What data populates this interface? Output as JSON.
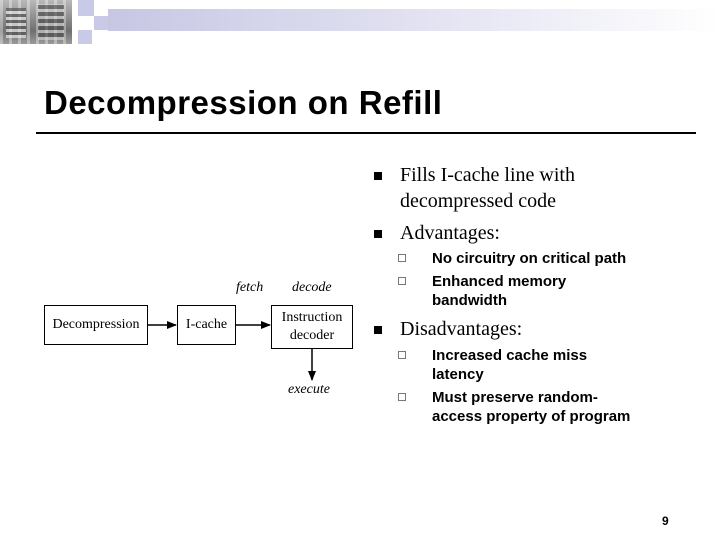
{
  "slide": {
    "title": "Decompression on Refill",
    "page_number": "9"
  },
  "diagram": {
    "boxes": {
      "decompression": "Decompression",
      "icache": "I-cache",
      "instruction_decoder_line1": "Instruction",
      "instruction_decoder_line2": "decoder"
    },
    "labels": {
      "fetch": "fetch",
      "decode": "decode",
      "execute": "execute"
    }
  },
  "bullets": {
    "fills_line1": "Fills I-cache line with",
    "fills_line2": "decompressed code",
    "advantages": "Advantages:",
    "adv1": "No circuitry on critical path",
    "adv2_line1": "Enhanced memory",
    "adv2_line2": "bandwidth",
    "disadvantages": "Disadvantages:",
    "dis1_line1": "Increased cache miss",
    "dis1_line2": "latency",
    "dis2_line1": "Must preserve random-",
    "dis2_line2": "access property of program"
  },
  "colors": {
    "accent_band": "#c7c7e4",
    "text": "#000000"
  }
}
